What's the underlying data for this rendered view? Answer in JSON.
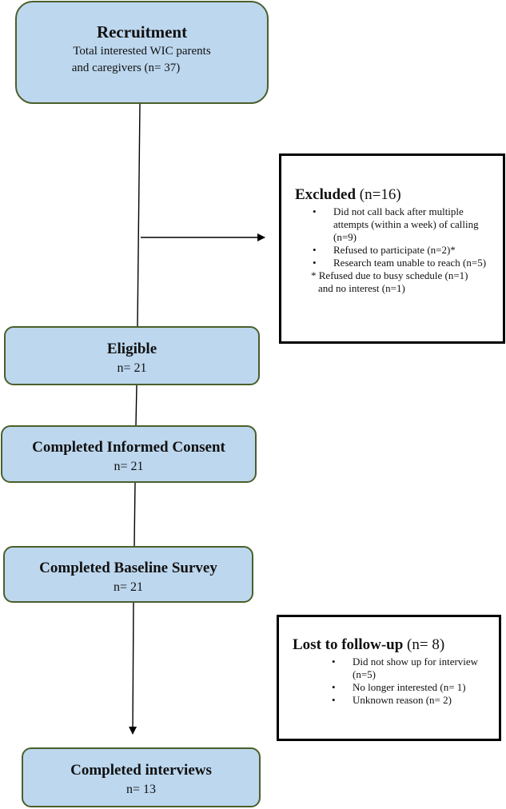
{
  "nodes": {
    "recruitment": {
      "title": "Recruitment",
      "line1": "Total interested WIC parents",
      "line2": "and caregivers (n= 37)"
    },
    "eligible": {
      "title": "Eligible",
      "count": "n= 21"
    },
    "consent": {
      "title": "Completed Informed Consent",
      "count": "n= 21"
    },
    "baseline": {
      "title": "Completed Baseline Survey",
      "count": "n= 21"
    },
    "interviews": {
      "title": "Completed interviews",
      "count": "n= 13"
    }
  },
  "excluded": {
    "title": "Excluded",
    "count": "(n=16)",
    "items": [
      "Did not call back after multiple attempts (within a week) of calling (n=9)",
      "Refused to participate (n=2)*",
      "Research team unable to reach (n=5)"
    ],
    "note_line1": "* Refused due to busy schedule (n=1)",
    "note_line2": "and no interest (n=1)"
  },
  "lost": {
    "title": "Lost to follow-up",
    "count": "(n= 8)",
    "items": [
      "Did not show up for interview (n=5)",
      "No longer interested (n= 1)",
      "Unknown reason (n= 2)"
    ]
  }
}
